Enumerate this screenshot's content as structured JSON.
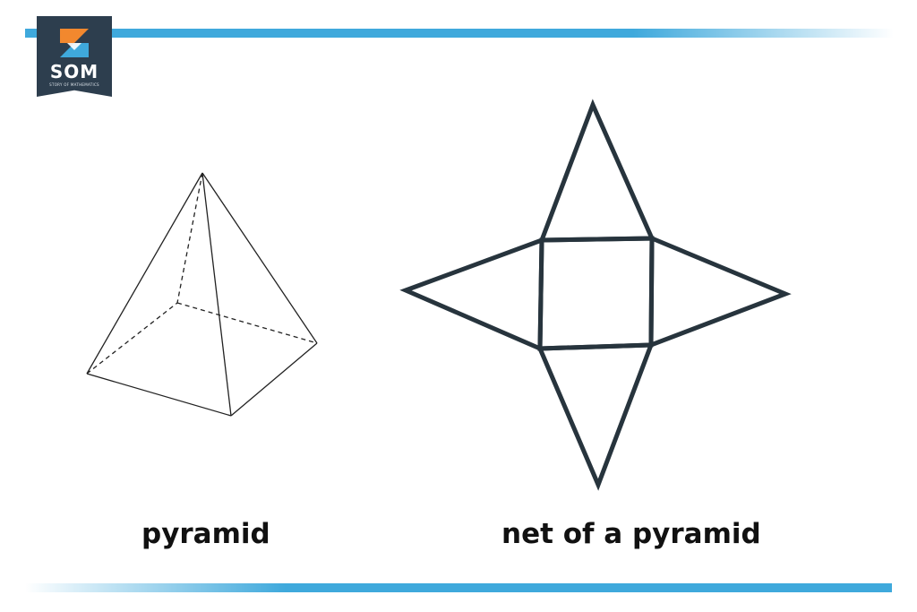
{
  "logo": {
    "text": "SOM",
    "subtitle": "STORY OF MATHEMATICS",
    "colors": {
      "background": "#2d3e4e",
      "accent_orange": "#f2882e",
      "accent_blue": "#3fa9dc"
    }
  },
  "captions": {
    "pyramid": "pyramid",
    "net": "net of a pyramid"
  },
  "colors": {
    "bars": "#3fa9dc",
    "pyramid_stroke": "#222222",
    "net_stroke": "#27343d"
  }
}
